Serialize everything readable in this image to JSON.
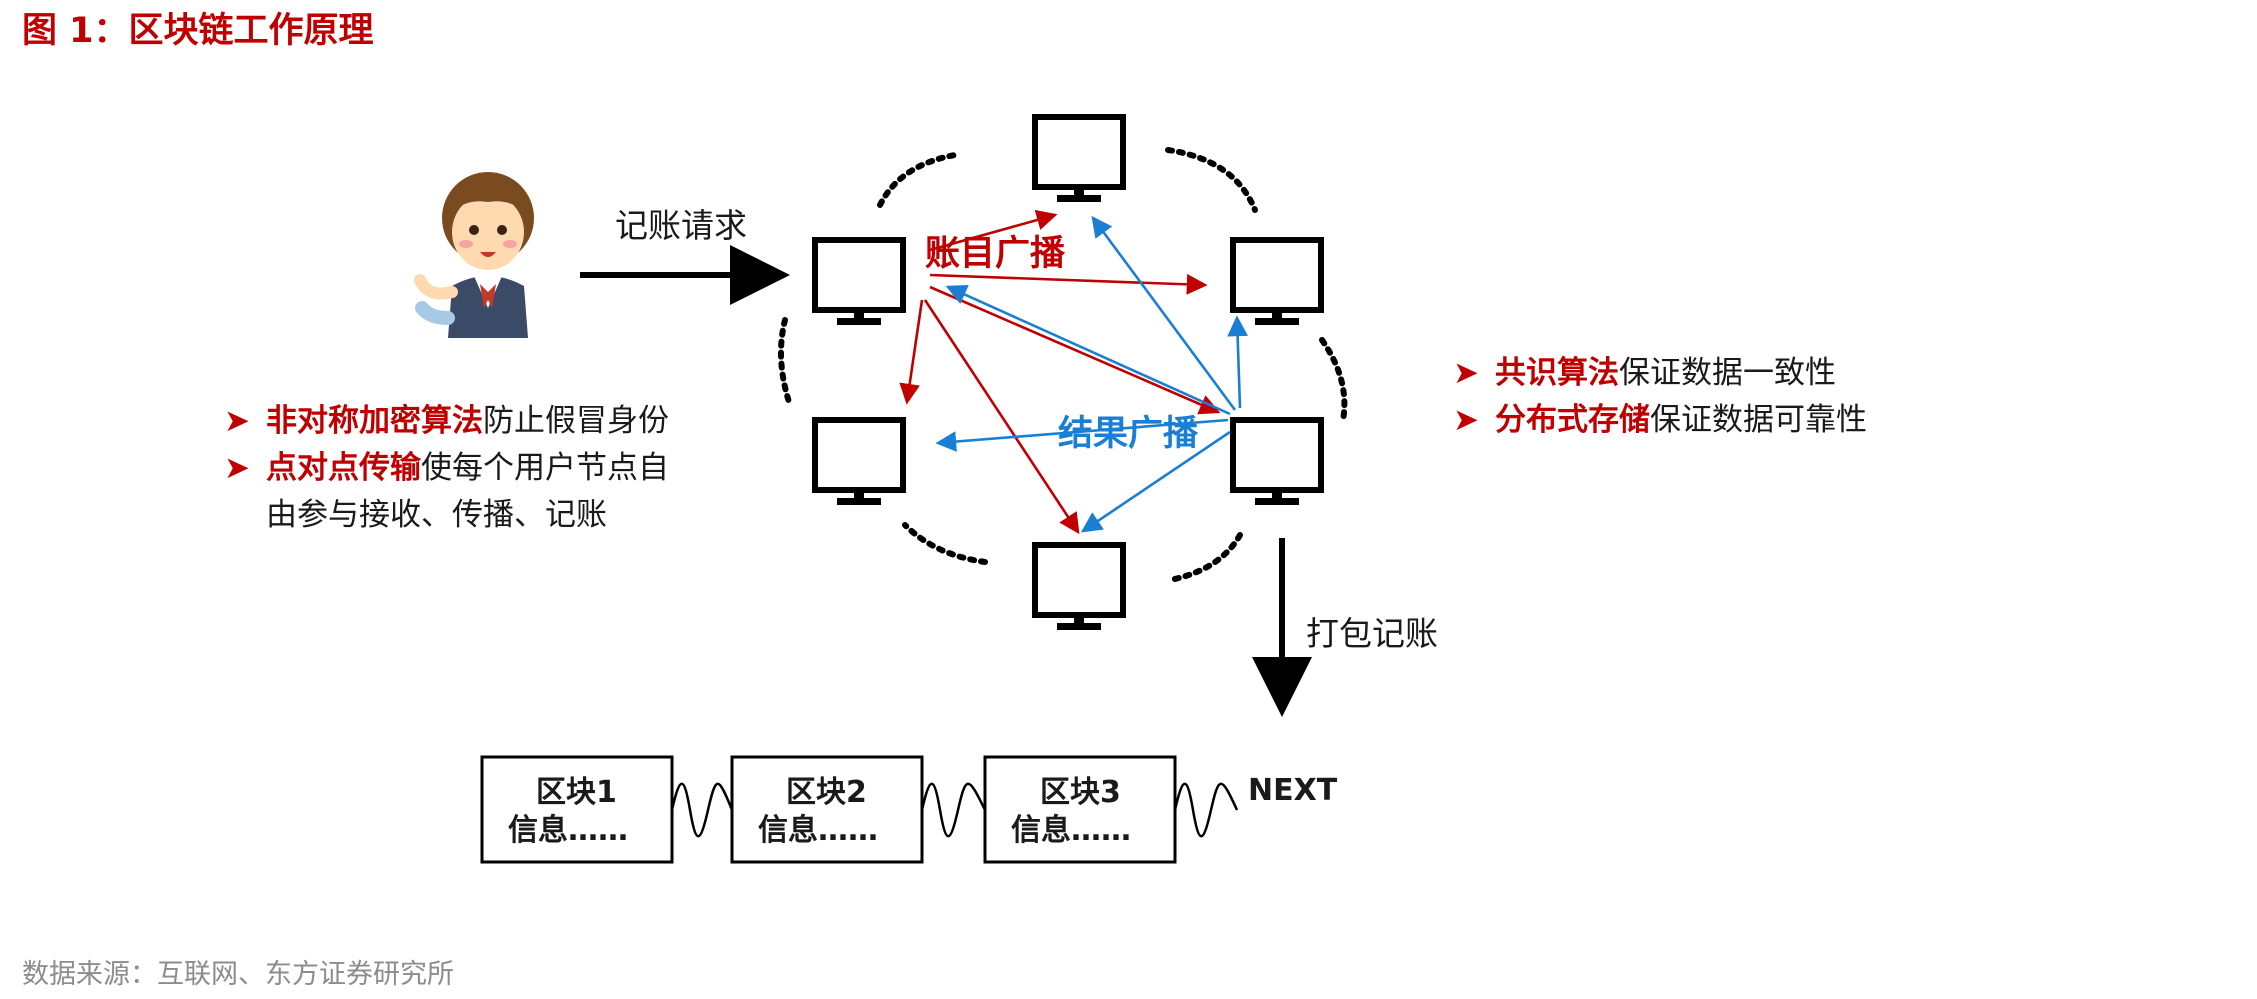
{
  "figure": {
    "title": "图 1：区块链工作原理",
    "source": "数据来源：互联网、东方证券研究所"
  },
  "diagram": {
    "labels": {
      "request": "记账请求",
      "ledger_broadcast": "账目广播",
      "result_broadcast": "结果广播",
      "pack": "打包记账",
      "next": "NEXT"
    },
    "blocks": [
      {
        "name": "区块1",
        "info": "信息……"
      },
      {
        "name": "区块2",
        "info": "信息……"
      },
      {
        "name": "区块3",
        "info": "信息……"
      }
    ],
    "colors": {
      "red": "#c00000",
      "blue": "#1a7fd4",
      "black": "#000000"
    },
    "icons": [
      "user-avatar-icon",
      "computer-monitor-icon",
      "arrow-bullet-icon"
    ]
  },
  "left_bullets": [
    {
      "key": "非对称加密算法",
      "rest": "防止假冒身份",
      "cont": ""
    },
    {
      "key": "点对点传输",
      "rest": "使每个用户节点自",
      "cont": "由参与接收、传播、记账"
    }
  ],
  "right_bullets": [
    {
      "key": "共识算法",
      "rest": "保证数据一致性"
    },
    {
      "key": "分布式存储",
      "rest": "保证数据可靠性"
    }
  ]
}
